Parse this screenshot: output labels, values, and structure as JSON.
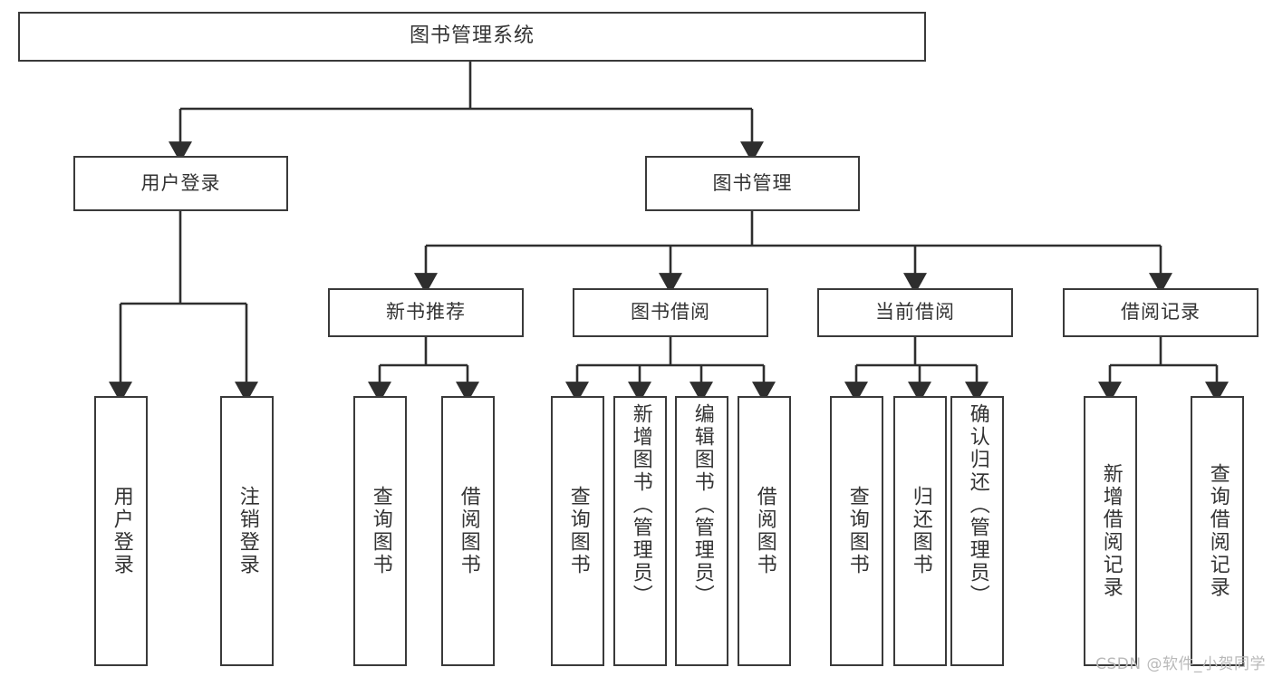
{
  "diagram": {
    "type": "tree",
    "title": "图书管理系统",
    "watermark": "CSDN @软件_小贺同学",
    "colors": {
      "box_border": "#3a3a3a",
      "box_fill": "#ffffff",
      "connector": "#2e2e2e",
      "text": "#333333",
      "watermark": "#b9b9b9"
    },
    "root": {
      "label": "图书管理系统"
    },
    "level1": [
      {
        "label": "用户登录"
      },
      {
        "label": "图书管理"
      }
    ],
    "level2": [
      {
        "label": "新书推荐"
      },
      {
        "label": "图书借阅"
      },
      {
        "label": "当前借阅"
      },
      {
        "label": "借阅记录"
      }
    ],
    "leaves": {
      "user_login": [
        {
          "label": "用户登录"
        },
        {
          "label": "注销登录"
        }
      ],
      "new_books": [
        {
          "label": "查询图书"
        },
        {
          "label": "借阅图书"
        }
      ],
      "borrow": [
        {
          "label": "查询图书"
        },
        {
          "label": "新增图书（管理员）"
        },
        {
          "label": "编辑图书（管理员）"
        },
        {
          "label": "借阅图书"
        }
      ],
      "current": [
        {
          "label": "查询图书"
        },
        {
          "label": "归还图书"
        },
        {
          "label": "确认归还（管理员）"
        }
      ],
      "records": [
        {
          "label": "新增借阅记录"
        },
        {
          "label": "查询借阅记录"
        }
      ]
    }
  }
}
